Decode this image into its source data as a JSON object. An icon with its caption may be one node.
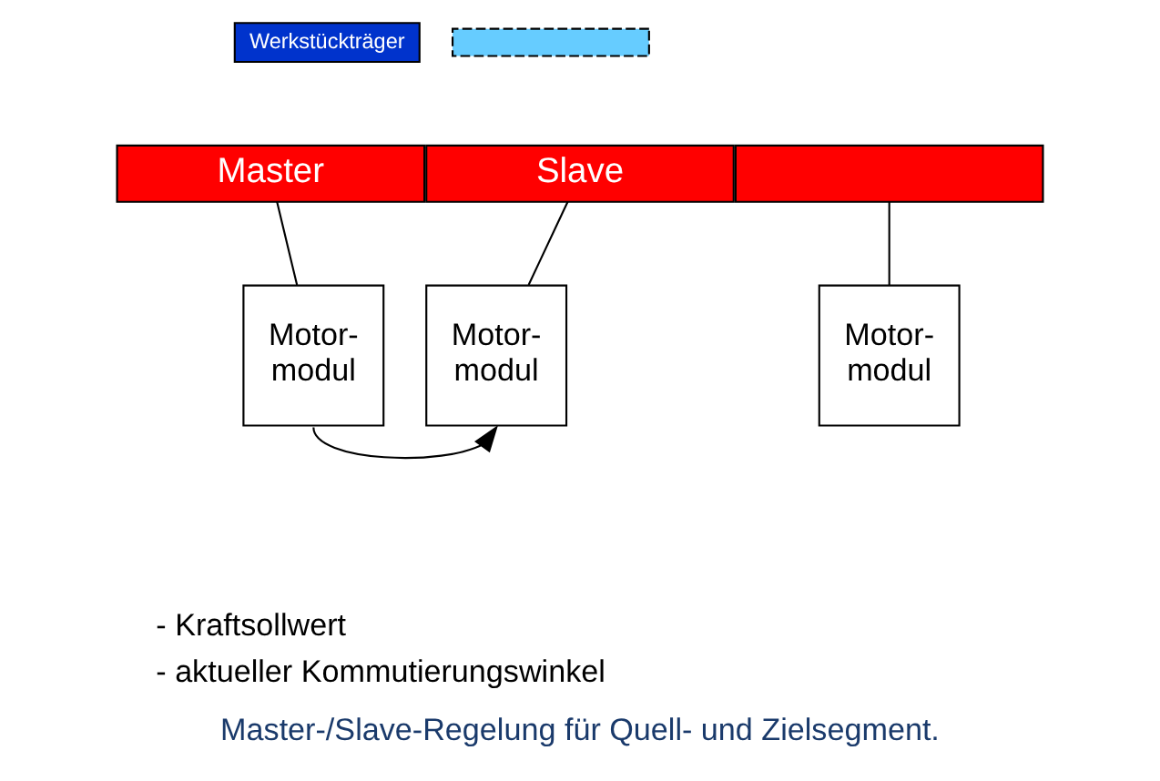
{
  "diagram": {
    "caption": "Master-/Slave-Regelung für Quell- und Zielsegment.",
    "nodes": [
      {
        "text": [
          "Master"
        ]
      },
      {
        "text": [
          "Slave"
        ]
      },
      {
        "text": [],
        "shape": "box"
      },
      {
        "text": [
          "Werkstückträger"
        ]
      },
      {
        "text": [],
        "shape": "box"
      },
      {
        "text": [
          "Motor- modul"
        ]
      },
      {
        "text": [
          "Motor- modul"
        ]
      },
      {
        "text": [
          "Motor- modul"
        ]
      }
    ],
    "edges": [
      {
        "from": 0,
        "to": 5,
        "arrow": "none"
      },
      {
        "from": 1,
        "to": 6,
        "arrow": "none"
      },
      {
        "from": 2,
        "to": 7,
        "arrow": "none"
      },
      {
        "from": 5,
        "to": 6,
        "arrow": "to"
      }
    ],
    "labels": [
      "- Kraftsollwert",
      "- aktueller Kommutierungswinkel"
    ]
  }
}
